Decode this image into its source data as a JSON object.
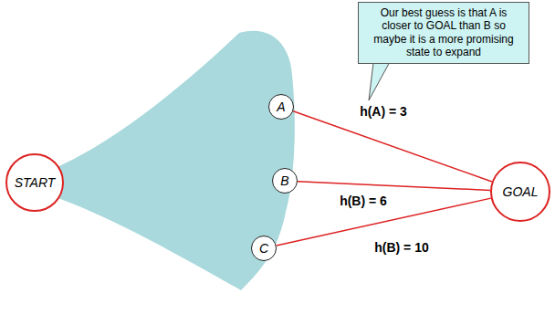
{
  "diagram": {
    "nodes": [
      {
        "text": [
          "Our best guess is that A is closer to GOAL than B so maybe it is a more promising state to expand"
        ]
      },
      {
        "text": [
          "START"
        ]
      },
      {
        "text": [
          "A"
        ]
      },
      {
        "text": [
          "B"
        ]
      },
      {
        "text": [
          "C"
        ]
      },
      {
        "text": [
          "GOAL"
        ]
      }
    ],
    "edges": [
      {
        "from": 2,
        "to": 5,
        "label": "h(A) = 3",
        "arrow": "none"
      },
      {
        "from": 3,
        "to": 5,
        "label": "h(B) = 6",
        "arrow": "none"
      },
      {
        "from": 4,
        "to": 5,
        "label": "h(B) = 10",
        "arrow": "none"
      }
    ]
  }
}
